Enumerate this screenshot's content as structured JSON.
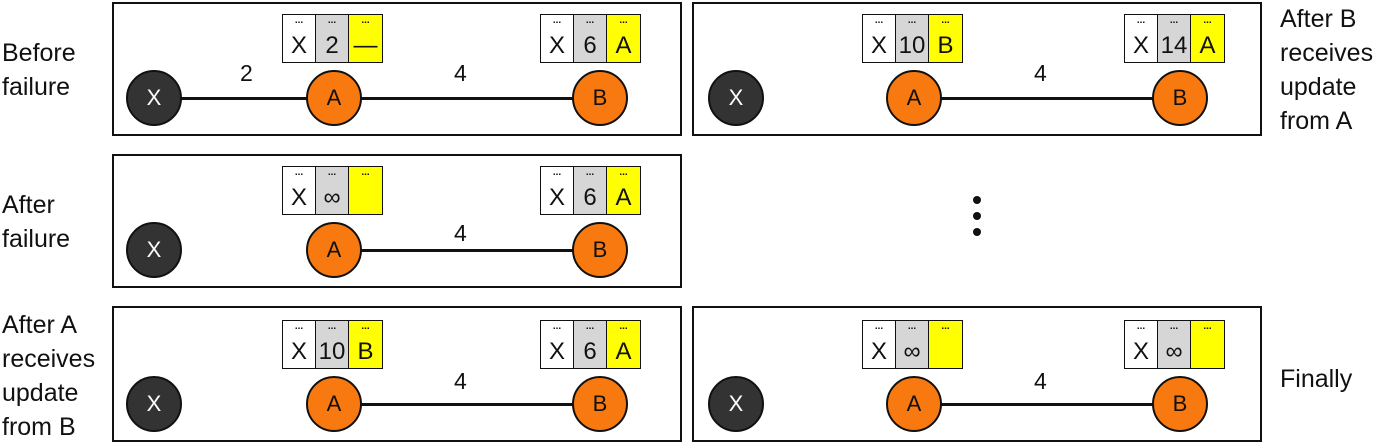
{
  "labels": {
    "before_failure": "Before\nfailure",
    "after_failure": "After\nfailure",
    "after_a_receives": "After A\nreceives\nupdate\nfrom B",
    "after_b_receives": "After B\nreceives\nupdate\nfrom A",
    "finally": "Finally"
  },
  "dots": "...",
  "nodes": {
    "x": "X",
    "a": "A",
    "b": "B"
  },
  "panels": {
    "before_failure": {
      "xa_weight": "2",
      "ab_weight": "4",
      "table_a": [
        "X",
        "2",
        "—"
      ],
      "table_b": [
        "X",
        "6",
        "A"
      ]
    },
    "after_failure": {
      "ab_weight": "4",
      "table_a": [
        "X",
        "∞",
        ""
      ],
      "table_b": [
        "X",
        "6",
        "A"
      ]
    },
    "after_a_receives": {
      "ab_weight": "4",
      "table_a": [
        "X",
        "10",
        "B"
      ],
      "table_b": [
        "X",
        "6",
        "A"
      ]
    },
    "after_b_receives": {
      "ab_weight": "4",
      "table_a": [
        "X",
        "10",
        "B"
      ],
      "table_b": [
        "X",
        "14",
        "A"
      ]
    },
    "finally": {
      "ab_weight": "4",
      "table_a": [
        "X",
        "∞",
        ""
      ],
      "table_b": [
        "X",
        "∞",
        ""
      ]
    }
  },
  "colors": {
    "node_x": "#333333",
    "node_router": "#f7790f",
    "table_dest": "#ffffff",
    "table_cost": "#d6d6d6",
    "table_nexthop": "#ffff00"
  }
}
